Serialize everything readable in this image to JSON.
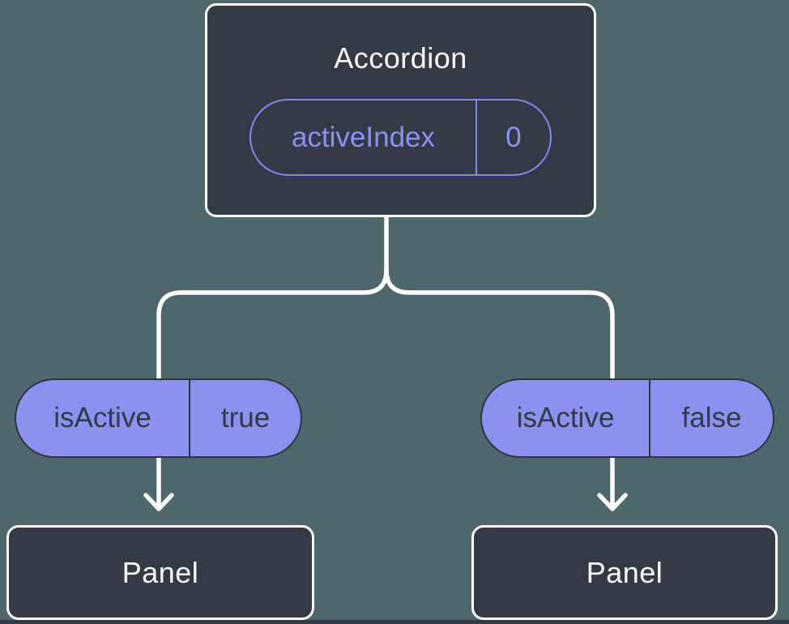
{
  "colors": {
    "background": "#4E676D",
    "node_fill": "#333A46",
    "node_border": "#FFFFFF",
    "connector": "#FFFFFF",
    "pill_fill": "#8C91EF",
    "pill_outline": "#7F88EF",
    "pill_text_purple": "#8A91F3",
    "pill_text_dark": "#333A45",
    "pill_border_dark": "#2E3540",
    "title_text": "#FFFFFF"
  },
  "tree": {
    "root": {
      "title": "Accordion",
      "state": {
        "name": "activeIndex",
        "value": "0"
      }
    },
    "children": [
      {
        "prop": {
          "name": "isActive",
          "value": "true"
        },
        "node": {
          "title": "Panel"
        }
      },
      {
        "prop": {
          "name": "isActive",
          "value": "false"
        },
        "node": {
          "title": "Panel"
        }
      }
    ]
  }
}
